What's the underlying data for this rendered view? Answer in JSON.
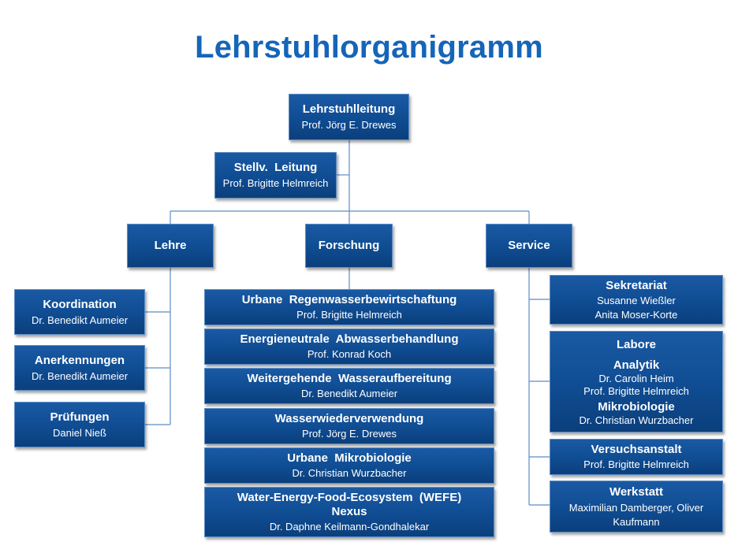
{
  "title": "Lehrstuhlorganigramm",
  "leitung": {
    "title": "Lehrstuhlleitung",
    "person": "Prof. Jörg E. Drewes"
  },
  "stellv": {
    "title": "Stellv.  Leitung",
    "person": "Prof. Brigitte Helmreich"
  },
  "pillars": {
    "lehre": "Lehre",
    "forschung": "Forschung",
    "service": "Service"
  },
  "lehre": [
    {
      "title": "Koordination",
      "person": "Dr. Benedikt Aumeier"
    },
    {
      "title": "Anerkennungen",
      "person": "Dr. Benedikt Aumeier"
    },
    {
      "title": "Prüfungen",
      "person": "Daniel Nieß"
    }
  ],
  "forschung": [
    {
      "title": "Urbane  Regenwasserbewirtschaftung",
      "person": "Prof. Brigitte Helmreich"
    },
    {
      "title": "Energieneutrale  Abwasserbehandlung",
      "person": "Prof. Konrad Koch"
    },
    {
      "title": "Weitergehende  Wasseraufbereitung",
      "person": "Dr. Benedikt Aumeier"
    },
    {
      "title": "Wasserwiederverwendung",
      "person": "Prof. Jörg E. Drewes"
    },
    {
      "title": "Urbane  Mikrobiologie",
      "person": "Dr. Christian Wurzbacher"
    },
    {
      "title": "Water-Energy-Food-Ecosystem  (WEFE)",
      "title2": "Nexus",
      "person": "Dr. Daphne Keilmann-Gondhalekar"
    }
  ],
  "service": {
    "sekretariat": {
      "title": "Sekretariat",
      "persons": [
        "Susanne Wießler",
        "Anita Moser-Korte"
      ]
    },
    "labore": {
      "title": "Labore",
      "analytik": {
        "title": "Analytik",
        "persons": [
          "Dr. Carolin Heim",
          "Prof. Brigitte Helmreich"
        ]
      },
      "mikrobiologie": {
        "title": "Mikrobiologie",
        "persons": [
          "Dr. Christian Wurzbacher"
        ]
      }
    },
    "versuchsanstalt": {
      "title": "Versuchsanstalt",
      "person": "Prof. Brigitte Helmreich"
    },
    "werkstatt": {
      "title": "Werkstatt",
      "persons": [
        "Maximilian Damberger, Oliver",
        "Kaufmann"
      ]
    }
  }
}
